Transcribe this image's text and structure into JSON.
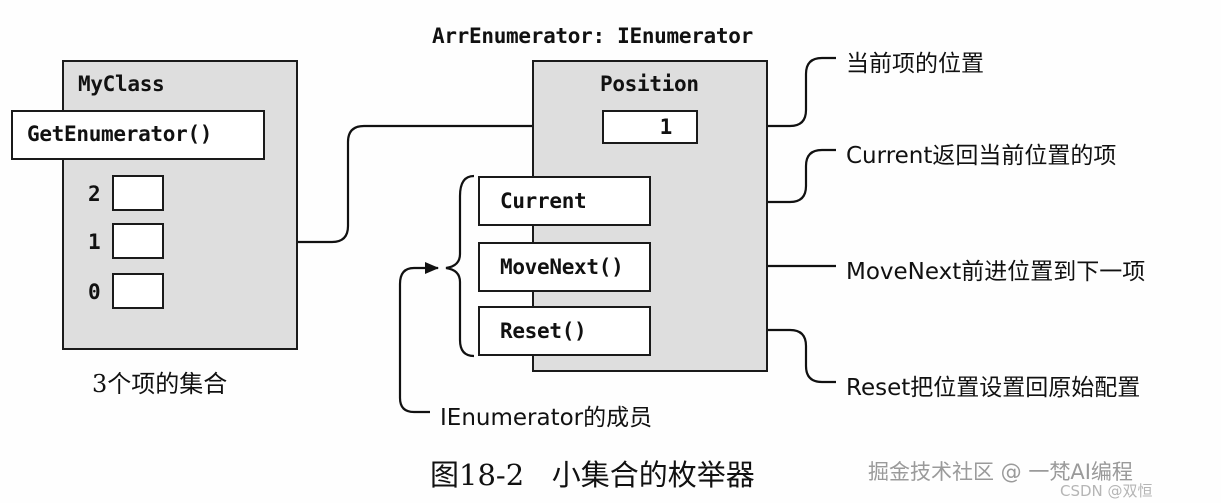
{
  "arr_enumerator": {
    "title": "ArrEnumerator: IEnumerator",
    "position_label": "Position",
    "position_value": "1",
    "members": [
      "Current",
      "MoveNext()",
      "Reset()"
    ]
  },
  "my_class": {
    "title": "MyClass",
    "method": "GetEnumerator()",
    "slots": [
      "2",
      "1",
      "0"
    ],
    "caption": "3个项的集合"
  },
  "annotations": {
    "position": "当前项的位置",
    "current": "Current返回当前位置的项",
    "movenext": "MoveNext前进位置到下一项",
    "reset": "Reset把位置设置回原始配置",
    "members": "IEnumerator的成员"
  },
  "figure_caption": "图18-2   小集合的枚举器",
  "watermark": {
    "line1": "掘金技术社区 @ 一梵AI编程",
    "line2": "CSDN @双恒"
  }
}
